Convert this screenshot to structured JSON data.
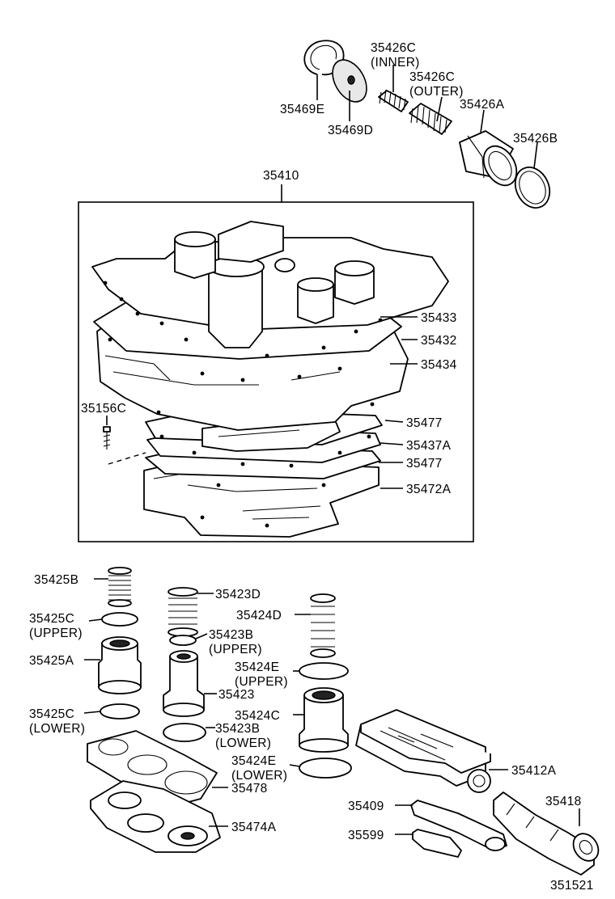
{
  "diagram": {
    "group_number": "35410",
    "callouts": {
      "p35469E": "35469E",
      "p35469D": "35469D",
      "p35426C_inner": "35426C",
      "p35426C_inner_note": "(INNER)",
      "p35426C_outer": "35426C",
      "p35426C_outer_note": "(OUTER)",
      "p35426A": "35426A",
      "p35426B": "35426B",
      "p35433": "35433",
      "p35432": "35432",
      "p35434": "35434",
      "p35156C": "35156C",
      "p35477_a": "35477",
      "p35437A": "35437A",
      "p35477_b": "35477",
      "p35472A": "35472A",
      "p35425B": "35425B",
      "p35425C_upper": "35425C",
      "p35425C_upper_note": "(UPPER)",
      "p35425A": "35425A",
      "p35425C_lower": "35425C",
      "p35425C_lower_note": "(LOWER)",
      "p35423D": "35423D",
      "p35423B_upper": "35423B",
      "p35423B_upper_note": "(UPPER)",
      "p35423": "35423",
      "p35423B_lower": "35423B",
      "p35423B_lower_note": "(LOWER)",
      "p35424D": "35424D",
      "p35424E_upper": "35424E",
      "p35424E_upper_note": "(UPPER)",
      "p35424C": "35424C",
      "p35424E_lower": "35424E",
      "p35424E_lower_note": "(LOWER)",
      "p35478": "35478",
      "p35474A": "35474A",
      "p35412A": "35412A",
      "p35409": "35409",
      "p35599": "35599",
      "p35418": "35418"
    },
    "figure_number": "351521"
  }
}
